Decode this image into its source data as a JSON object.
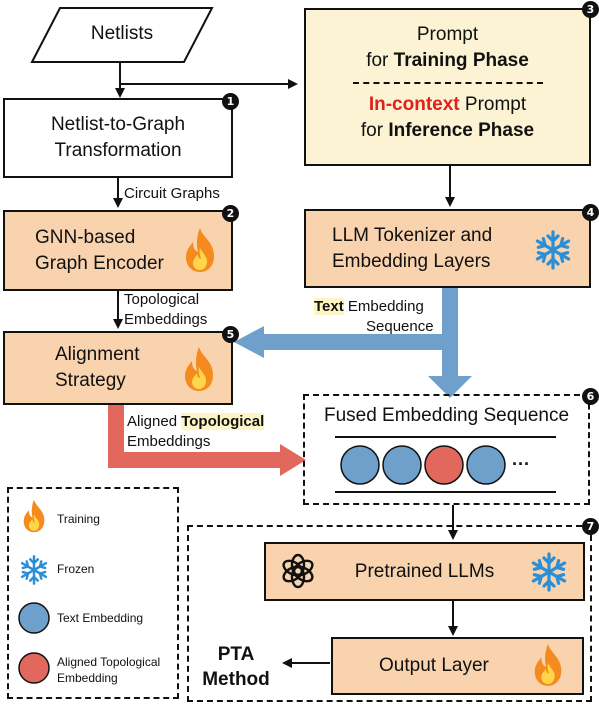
{
  "nodes": {
    "netlists": "Netlists",
    "n2g_line1": "Netlist-to-Graph",
    "n2g_line2": "Transformation",
    "gnn_line1": "GNN-based",
    "gnn_line2": "Graph Encoder",
    "align_line1": "Alignment",
    "align_line2": "Strategy",
    "prompt_l1": "Prompt",
    "prompt_l2_pre": "for ",
    "prompt_l2_bold": "Training Phase",
    "incontext_red": "In-context",
    "incontext_rest": " Prompt",
    "inference_pre": "for ",
    "inference_bold": "Inference Phase",
    "tok_line1": "LLM Tokenizer and",
    "tok_line2": "Embedding Layers",
    "fused_title": "Fused Embedding Sequence",
    "fused_dots": "···",
    "pretrained": "Pretrained LLMs",
    "output": "Output Layer",
    "pta_line1": "PTA",
    "pta_line2": "Method"
  },
  "edge_labels": {
    "circuit_graphs": "Circuit Graphs",
    "topo_line1": "Topological",
    "topo_line2": "Embeddings",
    "text_emb_bold": "Text",
    "text_emb_rest": " Embedding",
    "text_emb_line2": "Sequence",
    "aligned_pre": "Aligned ",
    "aligned_bold": "Topological",
    "aligned_line2": "Embeddings"
  },
  "badges": {
    "b1": "1",
    "b2": "2",
    "b3": "3",
    "b4": "4",
    "b5": "5",
    "b6": "6",
    "b7": "7"
  },
  "legend": {
    "training": "Training",
    "frozen": "Frozen",
    "text_embedding": "Text Embedding",
    "aligned_line1": "Aligned Topological",
    "aligned_line2": "Embedding"
  },
  "colors": {
    "orange_box": "#f9d2ae",
    "cream_box": "#fbf3d3",
    "text_circle": "#6f9fcb",
    "aligned_circle": "#e2675d",
    "blue_arrow": "#6f9fcb",
    "red_arrow": "#e2675d",
    "flame": "#f58a1f",
    "snowflake": "#2a8fd6"
  },
  "icons": [
    "flame-icon",
    "snowflake-icon",
    "openai-icon"
  ],
  "fused_sequence": [
    "text",
    "text",
    "aligned",
    "text"
  ]
}
